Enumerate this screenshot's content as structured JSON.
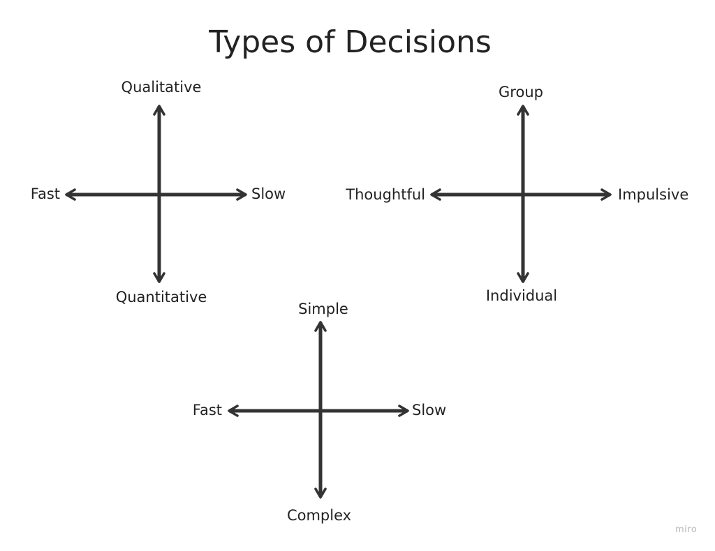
{
  "title": "Types of Decisions",
  "colors": {
    "axis": "#333333",
    "text": "#222222",
    "watermark": "#b9b9b9"
  },
  "watermark": "miro",
  "diagrams": [
    {
      "top": "Qualitative",
      "bottom": "Quantitative",
      "left": "Fast",
      "right": "Slow"
    },
    {
      "top": "Group",
      "bottom": "Individual",
      "left": "Thoughtful",
      "right": "Impulsive"
    },
    {
      "top": "Simple",
      "bottom": "Complex",
      "left": "Fast",
      "right": "Slow"
    }
  ]
}
